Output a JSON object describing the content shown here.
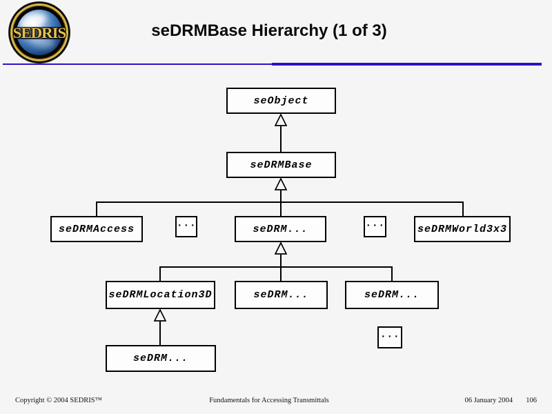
{
  "page": {
    "background": "#f5f5f5"
  },
  "header": {
    "title": "seDRMBase Hierarchy (1 of 3)",
    "logo": {
      "text": "SEDRIS"
    },
    "rule_color": "#2d11c6",
    "logo_gold": "#d9b64a"
  },
  "diagram": {
    "nodes": [
      {
        "id": "seobject",
        "label": "seObject"
      },
      {
        "id": "sedrmbase",
        "label": "seDRMBase"
      },
      {
        "id": "sedrmaccess",
        "label": "seDRMAccess"
      },
      {
        "id": "ellipsis-1",
        "label": "..."
      },
      {
        "id": "sedrm-mid",
        "label": "seDRM..."
      },
      {
        "id": "ellipsis-2",
        "label": "..."
      },
      {
        "id": "sedrmworld3x3",
        "label": "seDRMWorld3x3"
      },
      {
        "id": "sedrmlocation3d",
        "label": "seDRMLocation3D"
      },
      {
        "id": "sedrm-l4-center",
        "label": "seDRM..."
      },
      {
        "id": "sedrm-l4-right",
        "label": "seDRM..."
      },
      {
        "id": "sedrm-leaf",
        "label": "seDRM..."
      },
      {
        "id": "ellipsis-3",
        "label": "..."
      }
    ],
    "edges": [
      {
        "type": "generalization",
        "parent": "seObject",
        "child": "seDRMBase"
      },
      {
        "type": "generalization",
        "parent": "seDRMBase",
        "child": "seDRMAccess"
      },
      {
        "type": "generalization",
        "parent": "seDRMBase",
        "child": "seDRM..."
      },
      {
        "type": "generalization",
        "parent": "seDRMBase",
        "child": "seDRMWorld3x3"
      },
      {
        "type": "generalization",
        "parent": "seDRM...",
        "child": "seDRMLocation3D"
      },
      {
        "type": "generalization",
        "parent": "seDRM...",
        "child": "seDRM... (center)"
      },
      {
        "type": "generalization",
        "parent": "seDRM...",
        "child": "seDRM... (right)"
      },
      {
        "type": "generalization",
        "parent": "seDRMLocation3D",
        "child": "seDRM... (leaf)"
      }
    ]
  },
  "footer": {
    "copyright": "Copyright © 2004 SEDRIS™",
    "center": "Fundamentals for Accessing Transmittals",
    "date": "06 January 2004",
    "page_number": "106"
  }
}
